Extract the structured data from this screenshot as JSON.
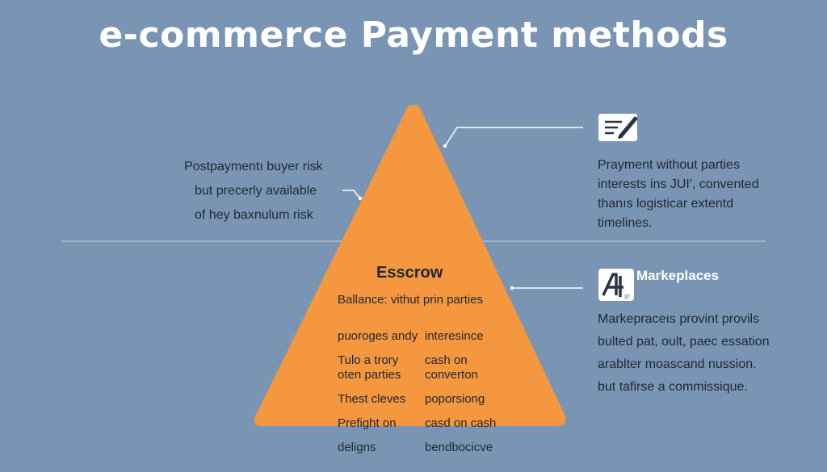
{
  "title": "e-commerce Payment methods",
  "left_note": {
    "lines": [
      "Postpaymentı buyer risk",
      "but precerly available",
      "of hey baxnulum risk"
    ]
  },
  "right_top": {
    "icon": "document-pen-icon",
    "lines": [
      "Prayment without parties",
      "interests ins JUI', convented",
      "thanıs logisticar extentd",
      "timelines."
    ]
  },
  "escrow": {
    "title": "Esscrow",
    "description": "Ballance: vithut prin parties",
    "col1": [
      "puoroges andy",
      "Tulo a trory",
      "oten parties",
      "Thest cleves",
      "Prefight on",
      "deligns"
    ],
    "col2": [
      "interesince",
      "cash on",
      "converton",
      "poporsiong",
      "casd on cash",
      "bendbocicve"
    ]
  },
  "marketplaces": {
    "label": "Markeplaces",
    "icon": "marketplace-logo-icon",
    "lines": [
      "Markepraceıs provint provils",
      "bulted pat, oult, paec essation",
      "arablter moascand nussion.",
      "but tafirse a commissique."
    ]
  },
  "colors": {
    "background": "#7a95b3",
    "pyramid": "#f5973f",
    "text_dark": "#1e2733",
    "white": "#ffffff"
  }
}
